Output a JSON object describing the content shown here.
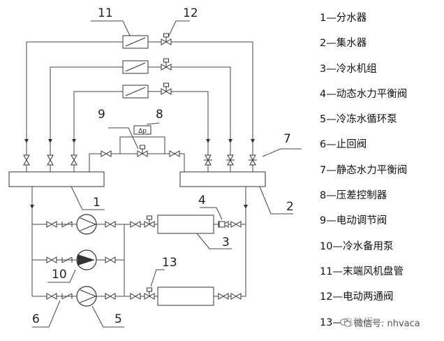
{
  "diagram": {
    "callouts": {
      "c1": "1",
      "c2": "2",
      "c3": "3",
      "c4": "4",
      "c5": "5",
      "c6": "6",
      "c7": "7",
      "c8": "8",
      "c9": "9",
      "c10": "10",
      "c11": "11",
      "c12": "12",
      "c13": "13"
    },
    "dp_label": "Δp"
  },
  "legend": [
    "1—分水器",
    "2—集水器",
    "3—冷水机组",
    "4—动态水力平衡阀",
    "5—冷冻水循环泵",
    "6—止回阀",
    "7—静态水力平衡阀",
    "8—压差控制器",
    "9—电动调节阀",
    "10—冷水备用泵",
    "11—末端风机盘管",
    "12—电动两通阀",
    "13—电动阀"
  ],
  "watermark": "微信号: nhvaca"
}
